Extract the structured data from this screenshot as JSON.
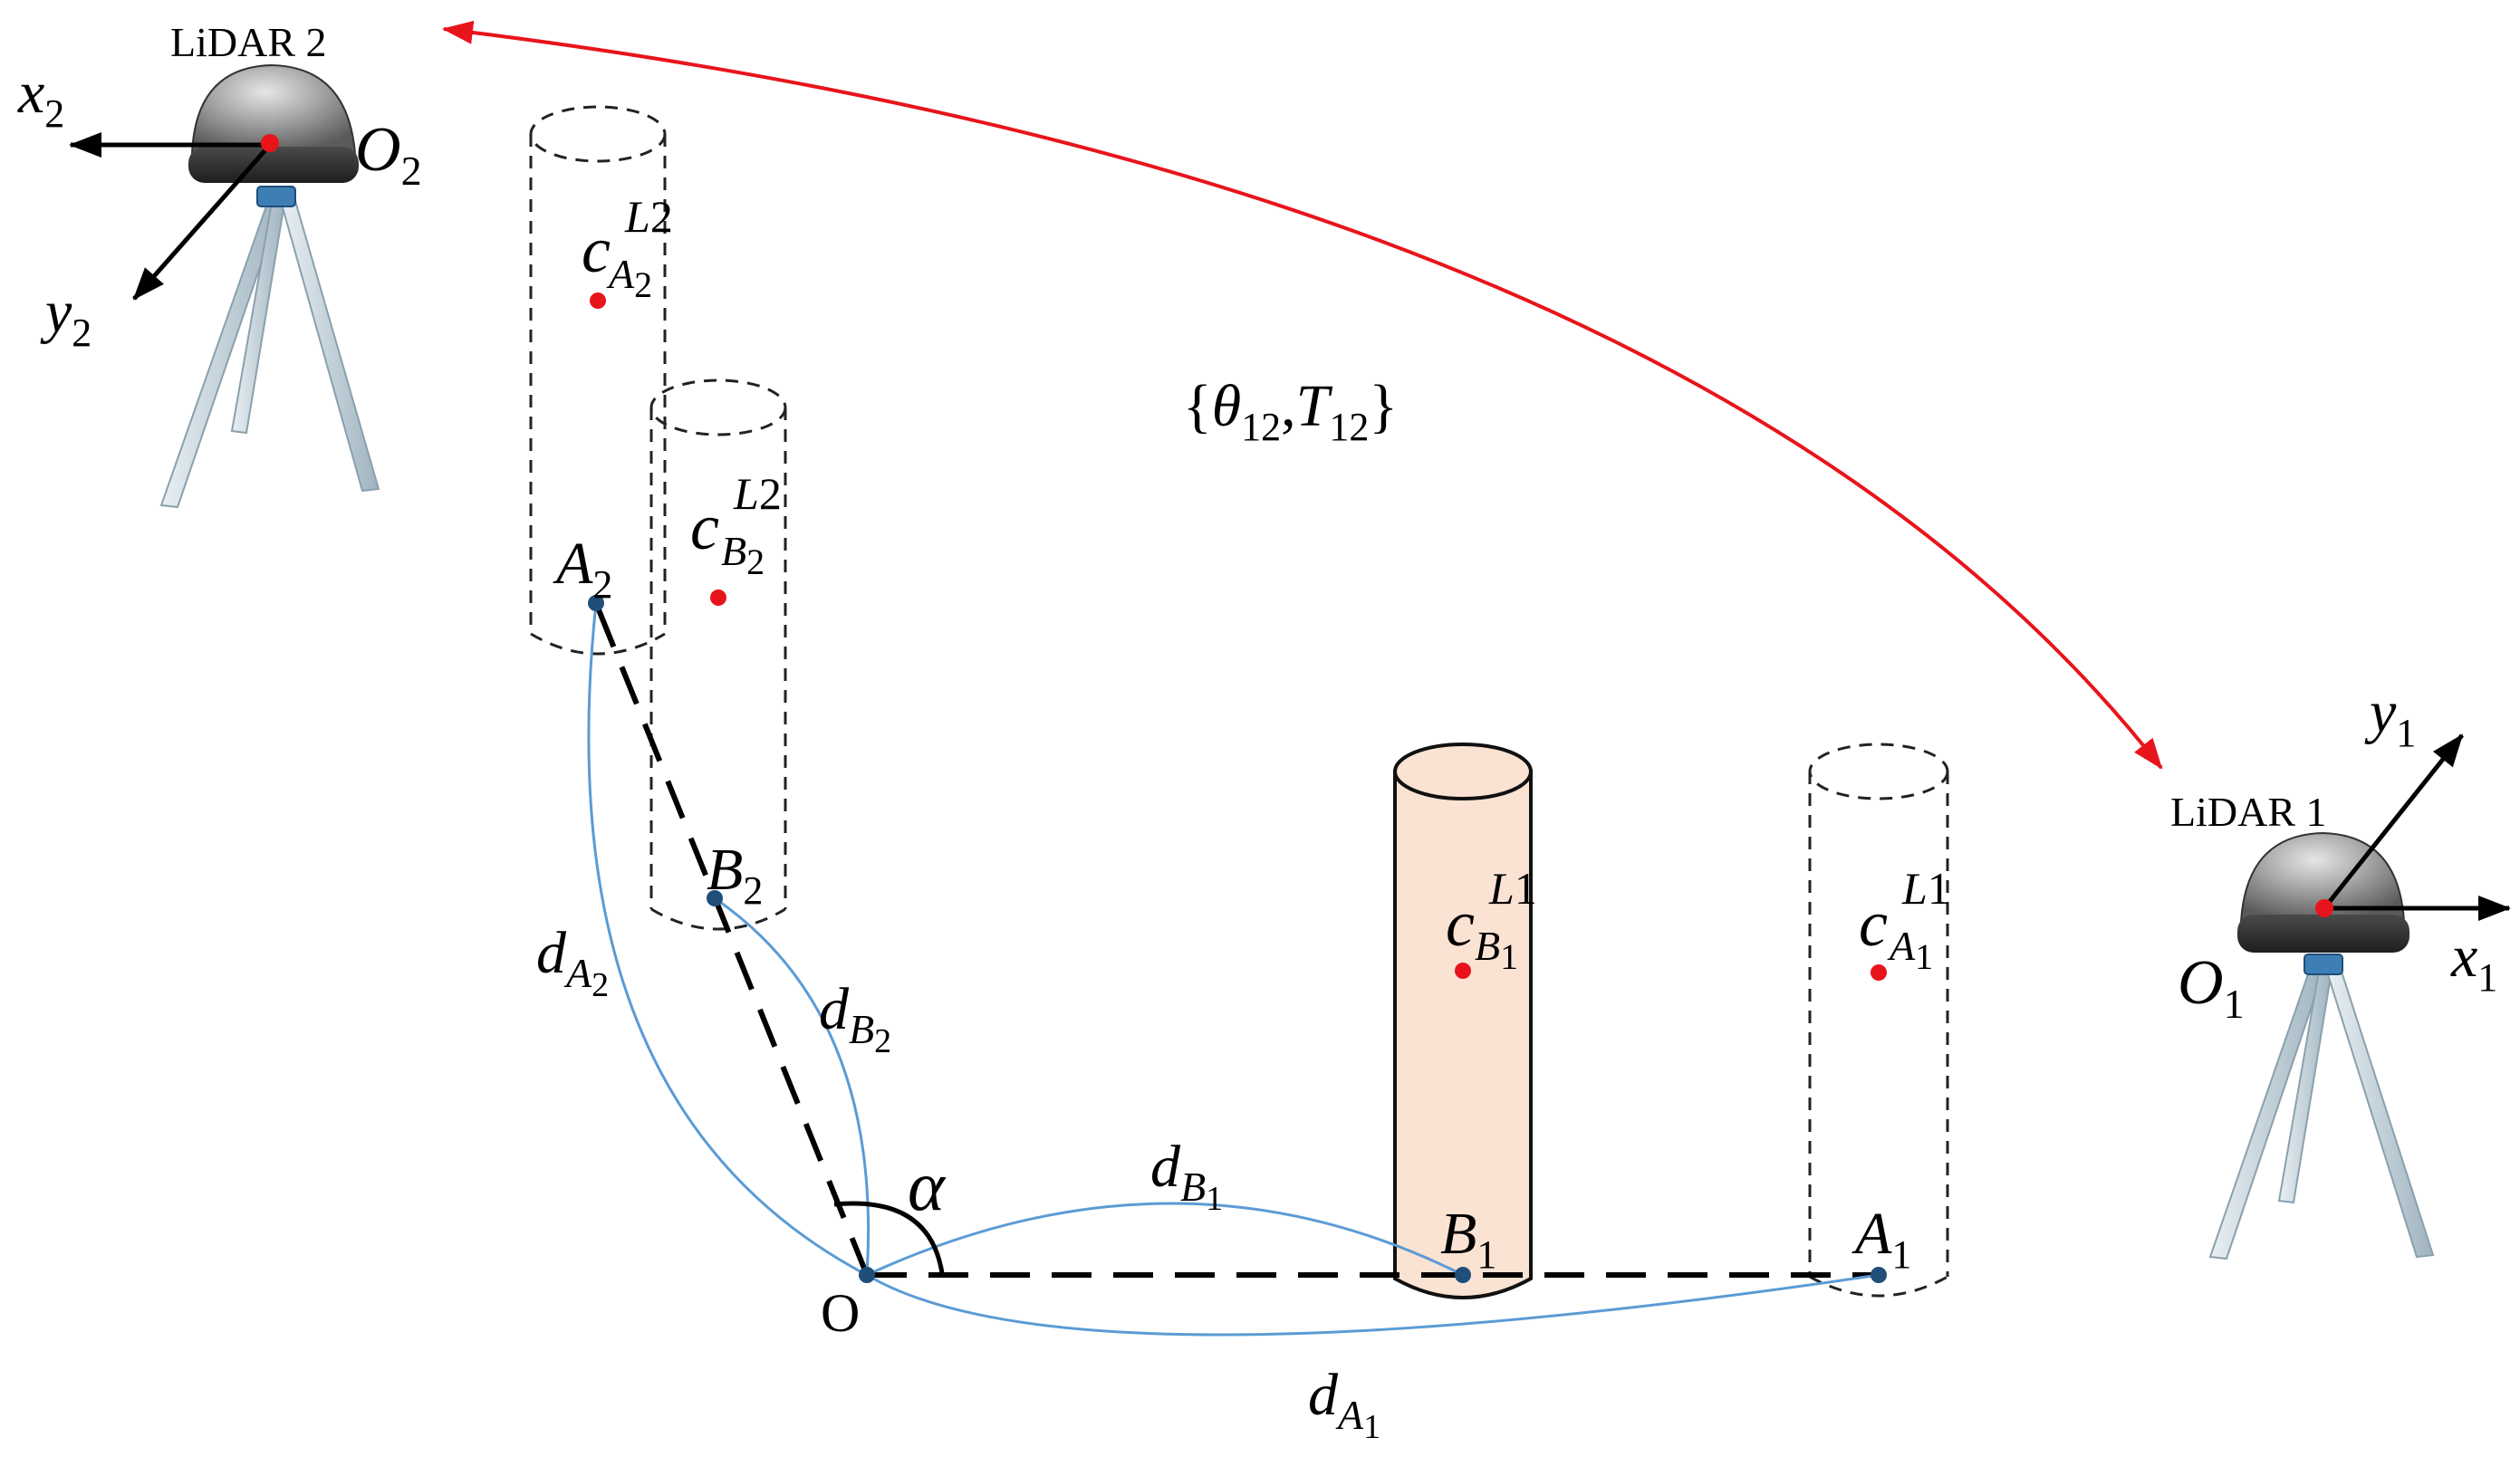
{
  "lidar2": {
    "title": "LiDAR 2",
    "origin": {
      "base": "O",
      "sub": "2"
    },
    "axis_x": {
      "base": "x",
      "sub": "2"
    },
    "axis_y": {
      "base": "y",
      "sub": "2"
    }
  },
  "lidar1": {
    "title": "LiDAR 1",
    "origin": {
      "base": "O",
      "sub": "1"
    },
    "axis_x": {
      "base": "x",
      "sub": "1"
    },
    "axis_y": {
      "base": "y",
      "sub": "1"
    }
  },
  "transform": {
    "open": "{",
    "theta": "θ",
    "theta_sub": "12",
    "comma": ",",
    "t": "T",
    "t_sub": "12",
    "close": "}"
  },
  "centers": {
    "cA2": {
      "base": "c",
      "sup": "L",
      "sup_sub": "2",
      "sub": "A",
      "sub_sub": "2"
    },
    "cB2": {
      "base": "c",
      "sup": "L",
      "sup_sub": "2",
      "sub": "B",
      "sub_sub": "2"
    },
    "cB1": {
      "base": "c",
      "sup": "L",
      "sup_sub": "1",
      "sub": "B",
      "sub_sub": "1"
    },
    "cA1": {
      "base": "c",
      "sup": "L",
      "sup_sub": "1",
      "sub": "A",
      "sub_sub": "1"
    }
  },
  "points": {
    "A2": {
      "base": "A",
      "sub": "2"
    },
    "B2": {
      "base": "B",
      "sub": "2"
    },
    "B1": {
      "base": "B",
      "sub": "1"
    },
    "A1": {
      "base": "A",
      "sub": "1"
    },
    "O": "O"
  },
  "distances": {
    "dA2": {
      "base": "d",
      "sub": "A",
      "sub_sub": "2"
    },
    "dB2": {
      "base": "d",
      "sub": "B",
      "sub_sub": "2"
    },
    "dB1": {
      "base": "d",
      "sub": "B",
      "sub_sub": "1"
    },
    "dA1": {
      "base": "d",
      "sub": "A",
      "sub_sub": "1"
    }
  },
  "angle": "α",
  "colors": {
    "red": "#e8141b",
    "blue_arc": "#5b9bd5",
    "point": "#1f4e79",
    "cylinder_fill": "#fbe3d3",
    "tripod": "#c9d8e0"
  }
}
